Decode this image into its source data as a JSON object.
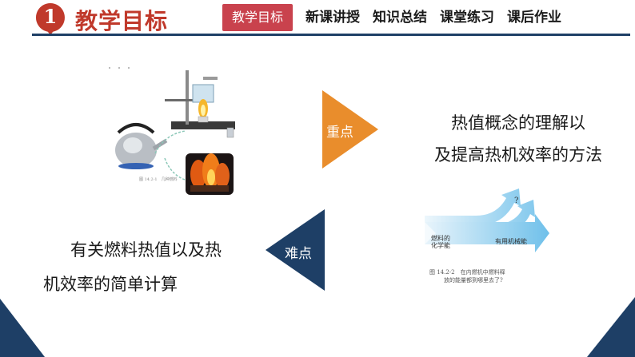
{
  "header": {
    "section_number": "1",
    "section_title": "教学目标",
    "nav": [
      {
        "label": "教学目标",
        "active": true
      },
      {
        "label": "新课讲授",
        "active": false
      },
      {
        "label": "知识总结",
        "active": false
      },
      {
        "label": "课堂练习",
        "active": false
      },
      {
        "label": "课后作业",
        "active": false
      }
    ]
  },
  "figure1": {
    "caption": "图 14.2-1　几种燃料"
  },
  "key_point": {
    "label": "重点",
    "text_line1": "热值概念的理解以",
    "text_line2": "及提高热机效率的方法"
  },
  "difficult_point": {
    "label": "难点",
    "text_line1": "有关燃料热值以及热",
    "text_line2": "机效率的简单计算"
  },
  "figure2": {
    "question_mark": "?",
    "source_label_1": "燃料的",
    "source_label_2": "化学能",
    "useful_label": "有用机械能",
    "caption_1": "图 14.2-2　在内燃机中燃料释",
    "caption_2": "放的能量都到哪里去了?"
  },
  "colors": {
    "navy": "#1e3f66",
    "red": "#c0392b",
    "tab_active": "#c9424d",
    "orange": "#e98d2c"
  }
}
